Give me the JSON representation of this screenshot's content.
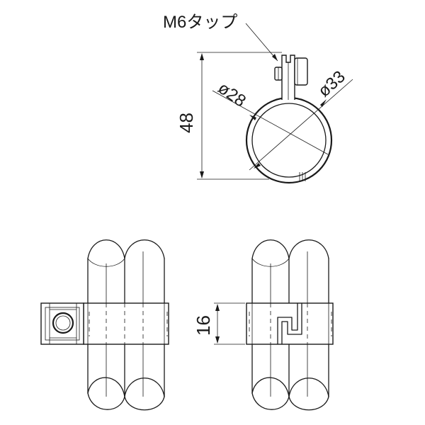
{
  "labels": {
    "tap": "M6タップ",
    "dia_inner": "ø28",
    "dia_outer": "ø33",
    "height": "48",
    "width": "16"
  }
}
